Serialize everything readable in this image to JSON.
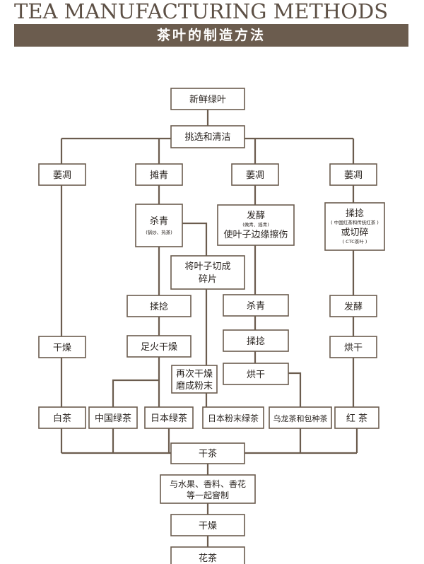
{
  "header": {
    "title_en": "TEA MANUFACTURING METHODS",
    "title_zh": "茶叶的制造方法"
  },
  "nodes": {
    "fresh_leaves": "新鲜绿叶",
    "sort_clean": "挑选和清洁",
    "wither1": "萎凋",
    "spread": "摊青",
    "wither2": "萎凋",
    "wither3": "萎凋",
    "kill_green1": "杀青",
    "kill_green1_sub": "(锅炒、热蒸)",
    "ferment1": "发酵",
    "ferment1_sub": "(做青、摇青)",
    "bruise_edges": "使叶子边缘擦伤",
    "roll1": "揉捻",
    "roll1_sub": "( 中国红茶和传统红茶 )",
    "or_cut": "或切碎",
    "or_cut_sub": "( CTC茶叶 )",
    "cut_leaf_1": "将叶子切成",
    "cut_leaf_2": "碎片",
    "roll2": "揉捻",
    "kill_green2": "杀青",
    "ferment2": "发酵",
    "dry1": "干燥",
    "fire_dry": "足火干燥",
    "roll3": "揉捻",
    "bake_dry1": "烘干",
    "redry_1": "再次干燥",
    "redry_2": "磨成粉末",
    "bake_dry2": "烘干",
    "white_tea": "白茶",
    "china_green": "中国绿茶",
    "japan_green": "日本绿茶",
    "japan_powder": "日本粉末绿茶",
    "oolong": "乌龙茶和包种茶",
    "black_tea": "红 茶",
    "dry_tea": "干茶",
    "scent_1": "与水果、香料、香花",
    "scent_2": "等一起窨制",
    "dry2": "干燥",
    "flower_tea": "花茶"
  },
  "colors": {
    "brand": "#6b5c4e",
    "title": "#5d5045",
    "box_text": "#2a2420"
  }
}
